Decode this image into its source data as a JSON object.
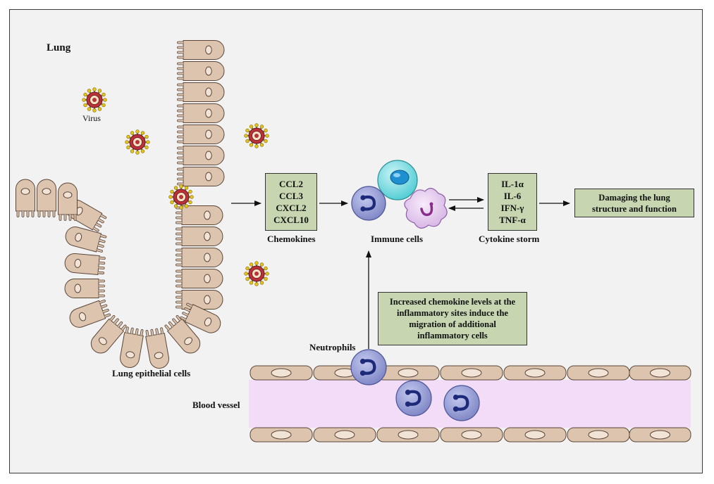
{
  "labels": {
    "lung": "Lung",
    "virus": "Virus",
    "epithelial": "Lung epithelial cells",
    "chemokines_caption": "Chemokines",
    "immune_caption": "Immune cells",
    "cytokine_caption": "Cytokine storm",
    "neutrophils": "Neutrophils",
    "blood_vessel": "Blood vessel"
  },
  "chemokines": [
    "CCL2",
    "CCL3",
    "CXCL2",
    "CXCL10"
  ],
  "cytokines": [
    "IL-1α",
    "IL-6",
    "IFN-γ",
    "TNF-α"
  ],
  "damage_box": [
    "Damaging the lung",
    "structure and function"
  ],
  "migration_note": [
    "Increased chemokine levels at the",
    "inflammatory sites induce the",
    "migration of additional",
    "inflammatory cells"
  ],
  "colors": {
    "box_green": "#c7d5b1",
    "cell_tan": "#dcc4ae",
    "vessel_pink": "#f3dcf7",
    "neutrophil": "#8d95cf",
    "lymphocyte": "#6fd6dc",
    "macrophage": "#e4c8ee",
    "virus": "#b8323a"
  },
  "icons": {
    "virus": "virus-icon",
    "neutrophil": "neutrophil-icon",
    "lymphocyte": "lymphocyte-icon",
    "macrophage": "macrophage-icon"
  }
}
